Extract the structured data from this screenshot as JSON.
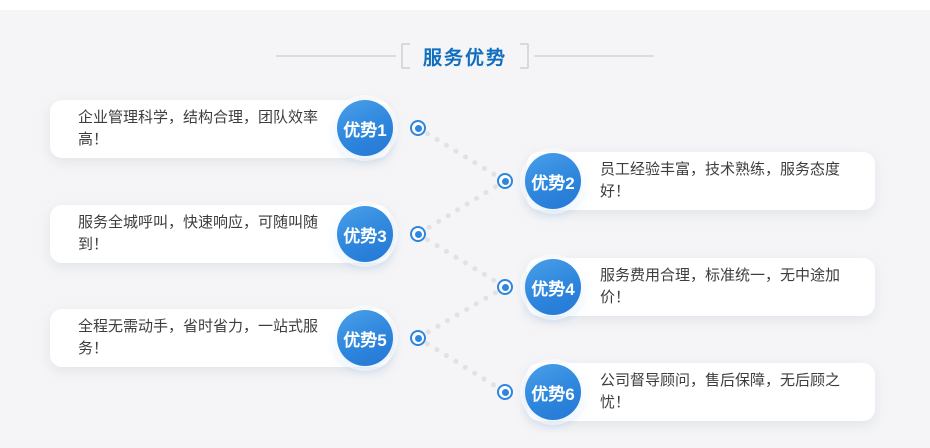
{
  "section": {
    "title": "服务优势"
  },
  "colors": {
    "accent_blue": "#2e86dd",
    "title_blue": "#0f6ebf",
    "panel_background": "#f5f5f7",
    "card_background": "#ffffff",
    "dot_gray": "#e2e2e2",
    "ornament_gray": "#d9d9d9",
    "text_gray": "#3d3d3d"
  },
  "items": [
    {
      "badge": "优势1",
      "side": "left",
      "text": "企业管理科学，结构合理，团队效率高！",
      "lines": [
        "企业管理科学，结构合理，团队效率",
        "高！"
      ]
    },
    {
      "badge": "优势2",
      "side": "right",
      "text": "员工经验丰富，技术熟练，服务态度好！",
      "lines": [
        "员工经验丰富，技术熟练，服务态度",
        "好！"
      ]
    },
    {
      "badge": "优势3",
      "side": "left",
      "text": "服务全城呼叫，快速响应，可随叫随到！",
      "lines": [
        "服务全城呼叫，快速响应，可随叫随",
        "到！"
      ]
    },
    {
      "badge": "优势4",
      "side": "right",
      "text": "服务费用合理，标准统一，无中途加价！",
      "lines": [
        "服务费用合理，标准统一，无中途加",
        "价！"
      ]
    },
    {
      "badge": "优势5",
      "side": "left",
      "text": "全程无需动手，省时省力，一站式服务！",
      "lines": [
        "全程无需动手，省时省力，一站式服",
        "务！"
      ]
    },
    {
      "badge": "优势6",
      "side": "right",
      "text": "公司督导顾问，售后保障，无后顾之忧！",
      "lines": [
        "公司督导顾问，售后保障，无后顾之",
        "忧！"
      ]
    }
  ]
}
